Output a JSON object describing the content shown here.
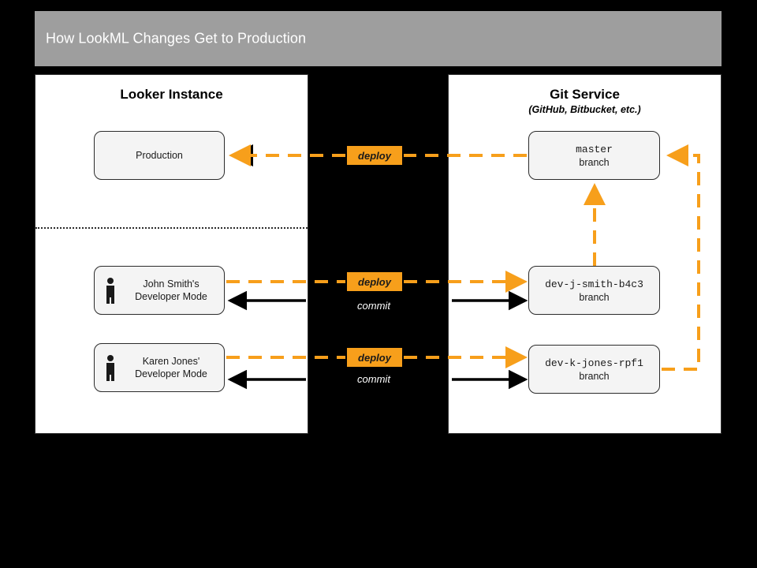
{
  "title": {
    "text": "How LookML Changes Get to Production"
  },
  "panels": {
    "looker": {
      "title": "Looker Instance"
    },
    "git": {
      "title": "Git Service",
      "subtitle": "(GitHub, Bitbucket, etc.)"
    }
  },
  "nodes": {
    "production": {
      "label": "Production"
    },
    "john": {
      "line1": "John Smith's",
      "line2": "Developer Mode",
      "icon": "person-icon"
    },
    "karen": {
      "line1": "Karen Jones'",
      "line2": "Developer Mode",
      "icon": "person-icon"
    },
    "master": {
      "name": "master",
      "kind": "branch"
    },
    "branch_j": {
      "name": "dev-j-smith-b4c3",
      "kind": "branch"
    },
    "branch_k": {
      "name": "dev-k-jones-rpf1",
      "kind": "branch"
    }
  },
  "edges": {
    "deploy_master_to_production": "deploy",
    "deploy_branch_j_to_john": "deploy",
    "deploy_branch_k_to_karen": "deploy",
    "commit_john_to_branch_j": "commit",
    "commit_karen_to_branch_k": "commit"
  },
  "colors": {
    "accent_orange": "#f79f1b",
    "title_bar_gray": "#9e9e9e",
    "node_fill": "#f4f4f4",
    "node_border": "#2b2b2b",
    "background": "#000000",
    "panel_fill": "#ffffff",
    "commit_arrow": "#000000"
  }
}
